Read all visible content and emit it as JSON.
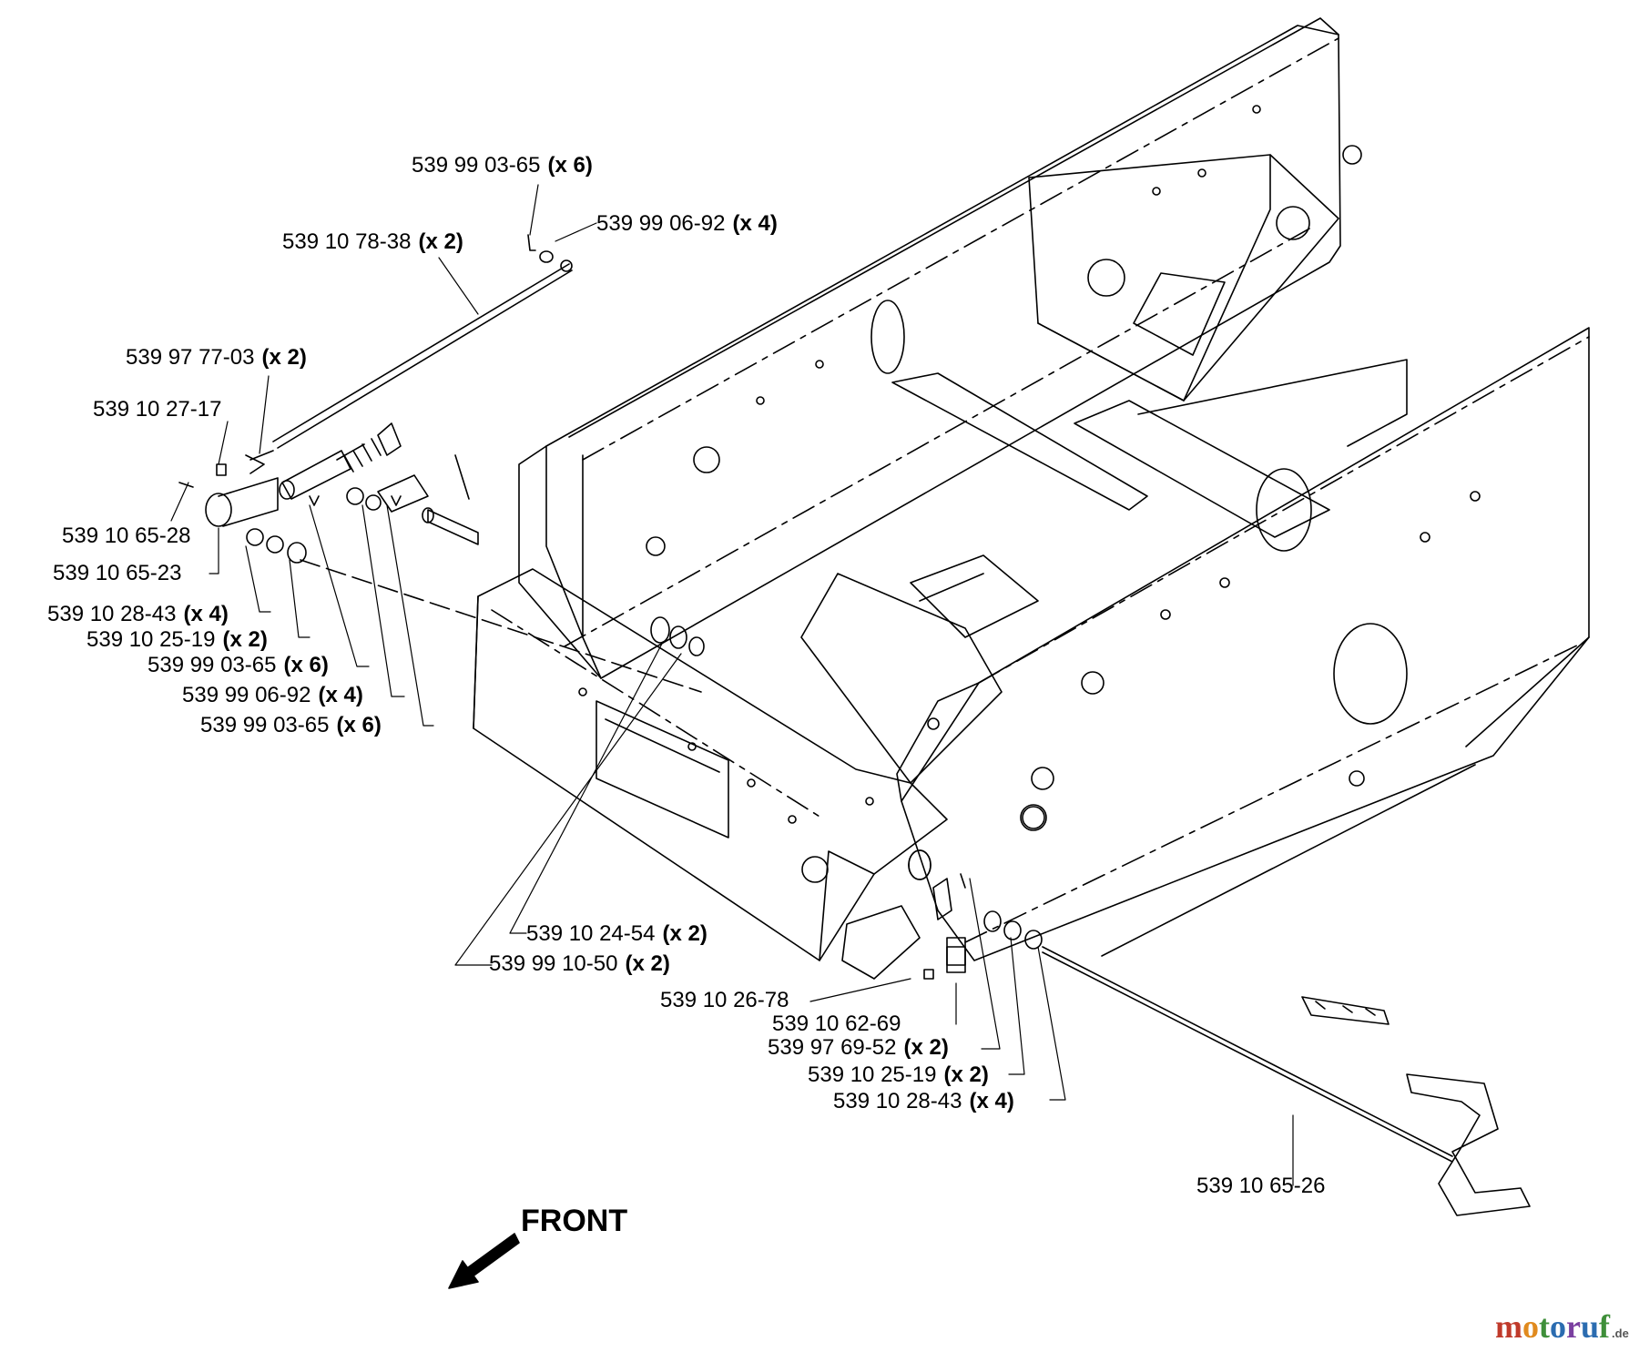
{
  "callouts": [
    {
      "part": "539 99 03-65",
      "qty": "(x 6)"
    },
    {
      "part": "539 99 06-92",
      "qty": "(x 4)"
    },
    {
      "part": "539 10 78-38",
      "qty": "(x 2)"
    },
    {
      "part": "539 97 77-03",
      "qty": "(x 2)"
    },
    {
      "part": "539 10 27-17",
      "qty": ""
    },
    {
      "part": "539 10 65-28",
      "qty": ""
    },
    {
      "part": "539 10 65-23",
      "qty": ""
    },
    {
      "part": "539 10 28-43",
      "qty": "(x 4)"
    },
    {
      "part": "539 10 25-19",
      "qty": "(x 2)"
    },
    {
      "part": "539 99 03-65",
      "qty": "(x 6)"
    },
    {
      "part": "539 99 06-92",
      "qty": "(x 4)"
    },
    {
      "part": "539 99 03-65",
      "qty": "(x 6)"
    },
    {
      "part": "539 10 24-54",
      "qty": "(x 2)"
    },
    {
      "part": "539 99 10-50",
      "qty": "(x 2)"
    },
    {
      "part": "539 10 26-78",
      "qty": ""
    },
    {
      "part": "539 10 62-69",
      "qty": ""
    },
    {
      "part": "539 97 69-52",
      "qty": "(x 2)"
    },
    {
      "part": "539 10 25-19",
      "qty": "(x 2)"
    },
    {
      "part": "539 10 28-43",
      "qty": "(x 4)"
    },
    {
      "part": "539 10 65-26",
      "qty": ""
    }
  ],
  "direction_label": "FRONT",
  "watermark": {
    "brand_parts": [
      "m",
      "o",
      "t",
      "o",
      "r",
      "u",
      "f"
    ],
    "brand_colors": [
      "#c03a2b",
      "#e08a1e",
      "#3f8f3a",
      "#2b6cb0",
      "#7a3fa0",
      "#2b6cb0",
      "#3f8f3a"
    ],
    "tld": ".de"
  }
}
